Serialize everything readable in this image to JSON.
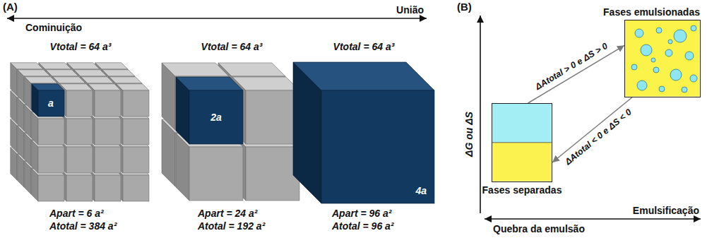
{
  "diagram": {
    "nodes": [
      {
        "text": [
          "Fases separadas"
        ]
      },
      {
        "text": [
          "Fases emulsionadas"
        ]
      }
    ],
    "edges": [
      {
        "from": 0,
        "to": 1,
        "arrow": "to",
        "label": "ΔAtotal > 0 e ΔS > 0"
      },
      {
        "from": 1,
        "to": 0,
        "arrow": "to",
        "label": "ΔAtotal < 0 e ΔS < 0"
      }
    ],
    "labels": [
      "(A)",
      "União",
      "Cominuição",
      "Vtotal = 64 a³",
      "a",
      "Apart = 6 a²",
      "Atotal = 384 a²",
      "Vtotal = 64 a³",
      "2a",
      "Apart = 24 a²",
      "Atotal = 192 a²",
      "Vtotal = 64 a³",
      "4a",
      "Apart = 96 a²",
      "Atotal = 96 a²",
      "(B)",
      "ΔG ou ΔS",
      "Emulsificação",
      "Quebra da emulsão"
    ]
  }
}
